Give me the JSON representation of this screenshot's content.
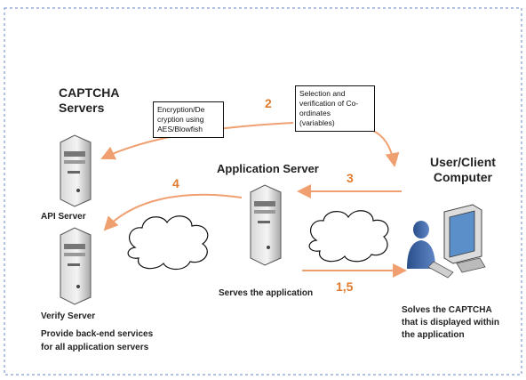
{
  "captcha_servers": "CAPTCHA\nServers",
  "api_server": "API Server",
  "verify_server": "Verify Server",
  "backend_note": "Provide back-end services\nfor all application servers",
  "application_server": "Application Server",
  "serves_app": "Serves the application",
  "user_client": "User/Client\nComputer",
  "solves_note": "Solves the CAPTCHA\nthat is displayed within\nthe application",
  "encryption_box": "Encryption/De\ncryption using\nAES/Blowfish",
  "selection_box": "Selection and\nverification of Co-\nordinates\n(variables)",
  "steps": {
    "s2": "2",
    "s3": "3",
    "s4": "4",
    "s15": "1,5"
  },
  "colors": {
    "arrow": "#f0a070",
    "step": "#e07a2e",
    "frame": "#6a86c8"
  }
}
